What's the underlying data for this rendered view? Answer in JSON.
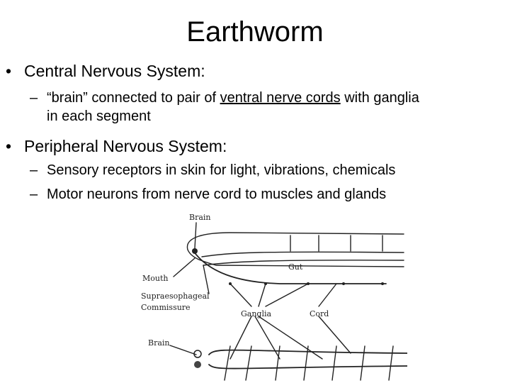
{
  "title": "Earthworm",
  "bullets": [
    {
      "label": "Central Nervous System:",
      "subs": [
        {
          "pre": "“brain” connected to pair of ",
          "underlined": "ventral nerve cords",
          "post": " with ganglia",
          "line2": "in each segment"
        }
      ]
    },
    {
      "label": "Peripheral Nervous System:",
      "subs": [
        {
          "text": "Sensory receptors in skin for light, vibrations, chemicals"
        },
        {
          "text": "Motor neurons from nerve cord to muscles and glands"
        }
      ]
    }
  ],
  "diagram": {
    "labels": {
      "brain_top": "Brain",
      "gut": "Gut",
      "mouth": "Mouth",
      "supra1": "Supraesophageal",
      "supra2": "Commissure",
      "ganglia": "Ganglia",
      "cord": "Cord",
      "brain_bottom": "Brain"
    }
  },
  "bullet_glyph": "•",
  "dash_glyph": "–"
}
